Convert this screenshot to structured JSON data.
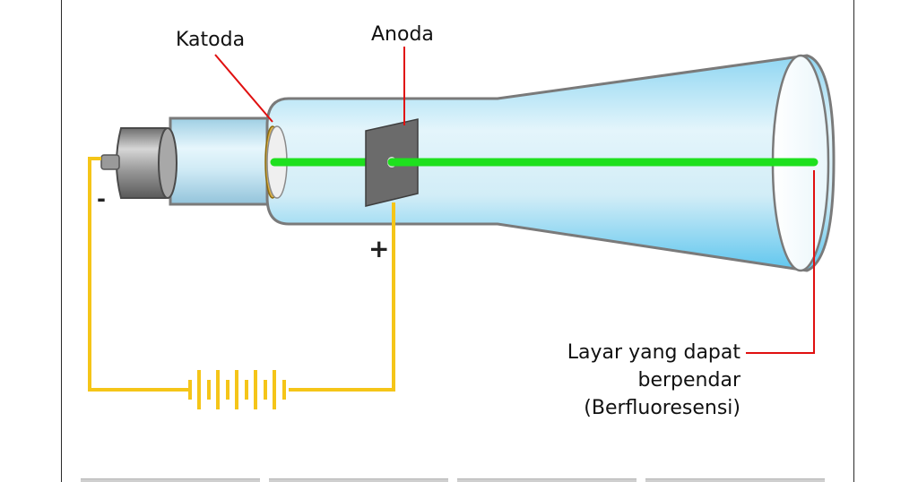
{
  "labels": {
    "cathode": "Katoda",
    "anode": "Anoda",
    "screen_line1": "Layar yang dapat",
    "screen_line2": "berpendar",
    "screen_line3": "(Berfluoresensi)",
    "minus": "-",
    "plus": "+"
  },
  "colors": {
    "tube_fill": "#bfe6f5",
    "tube_stroke": "#7a7a7a",
    "beam": "#1ee01e",
    "wire": "#f5c518",
    "pointer": "#e01010",
    "anode_plate": "#6b6b6b",
    "cap": "#8a8a8a"
  },
  "icons": [
    "battery-icon"
  ]
}
